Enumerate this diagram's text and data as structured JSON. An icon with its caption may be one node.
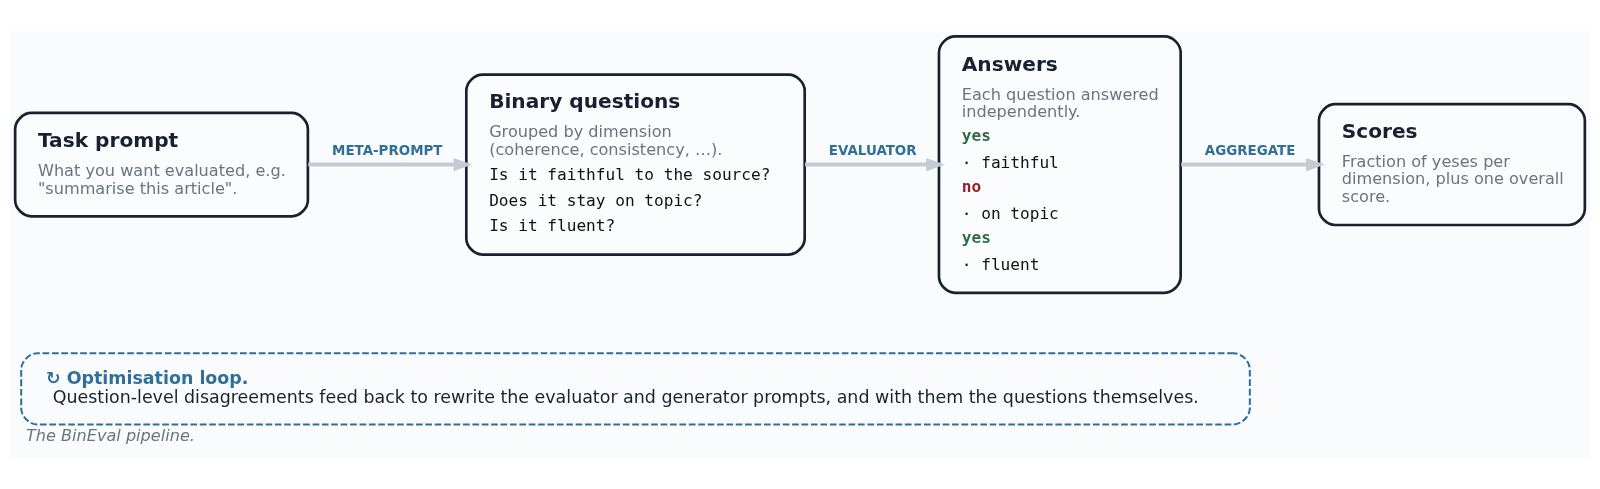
{
  "diagram": {
    "caption": "The BinEval pipeline.",
    "nodes": [
      {
        "text": [
          "Task prompt",
          "What you want evaluated, e.g. \"summarise this article\"."
        ]
      },
      {
        "text": [
          "Binary questions",
          "Grouped by dimension (coherence, consistency, …).",
          "Is it faithful to the source?",
          "Does it stay on topic?",
          "Is it fluent?"
        ]
      },
      {
        "text": [
          "Answers",
          "Each question answered independently.",
          "yes",
          "· faithful",
          "no",
          "· on topic",
          "yes",
          "· fluent"
        ]
      },
      {
        "text": [
          "Scores",
          "Fraction of yeses per dimension, plus one overall score."
        ]
      },
      {
        "text": [
          "↻ Optimisation loop.",
          "Question-level disagreements feed back to rewrite the evaluator and generator prompts, and with them the questions themselves."
        ]
      }
    ],
    "edges": [
      {
        "from": 0,
        "to": 1,
        "arrow": "to",
        "label": "META-PROMPT"
      },
      {
        "from": 1,
        "to": 2,
        "arrow": "to",
        "label": "EVALUATOR"
      },
      {
        "from": 2,
        "to": 3,
        "arrow": "to",
        "label": "AGGREGATE"
      }
    ]
  }
}
